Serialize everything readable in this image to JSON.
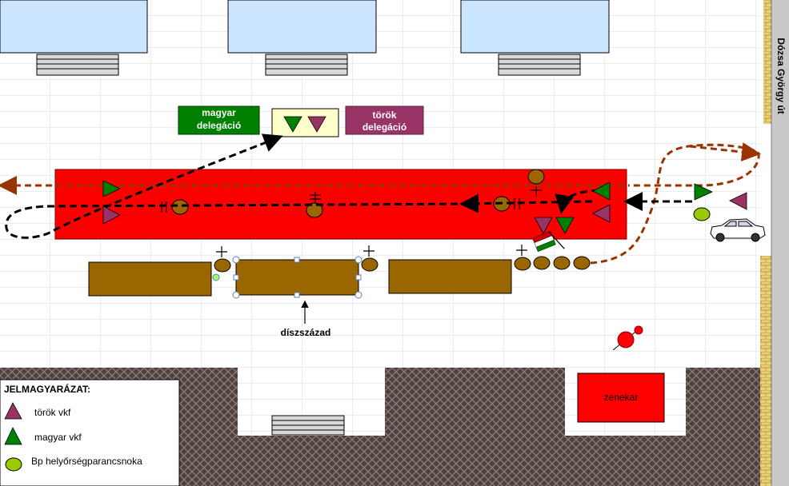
{
  "labels": {
    "hungarian_delegation": "magyar delegáció",
    "turkish_delegation": "török delegáció",
    "honor_guard": "díszszázad",
    "band": "zenekar",
    "street": "Dózsa György út"
  },
  "legend": {
    "title": "JELMAGYARÁZAT:",
    "items": [
      {
        "label": "török vkf",
        "icon": "purple-triangle-icon"
      },
      {
        "label": "magyar vkf",
        "icon": "green-triangle-icon"
      },
      {
        "label": "Bp helyőrségparancsnoka",
        "icon": "light-green-circle-icon"
      }
    ]
  },
  "colors": {
    "carpet": "#ff0000",
    "hungarian_green": "#008000",
    "turkish_purple": "#993366",
    "guard_brown": "#996600",
    "light_green": "#99cc00",
    "light_blue": "#cce5ff",
    "route_brown": "#993300",
    "pavement": "#4d4040"
  }
}
